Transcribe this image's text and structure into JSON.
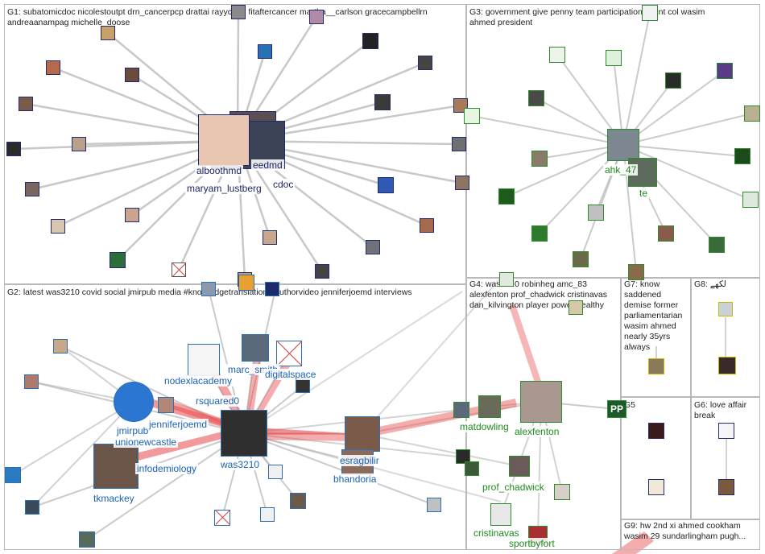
{
  "groups": {
    "g1": "G1: subatomicdoc nicolestoutpt drn_cancerpcp drattai rayychan fitaftercancer martha__carlson gracecampbellrn andreaanampag michelle_doose",
    "g2": "G2: latest was3210 covid social jmirpub media #knowledgetranslation #authorvideo jenniferjoemd interviews",
    "g3": "G3: government give penny team participation event col wasim ahmed president",
    "g4": "G4: was3210 robinheg amc_83 alexfenton prof_chadwick cristinavas dan_kilvington player power healthy",
    "g5": "G5",
    "g6": "G6: love affair break",
    "g7": "G7: know saddened demise former parliamentarian wasim ahmed nearly 35yrs always",
    "g8": "G8: لکھے",
    "g9": "G9: hw 2nd xi ahmed cookham wasim 29 sundarlingham pugh..."
  },
  "labels": {
    "alboothmd": "alboothmd",
    "eedmd": "eedmd",
    "cdoc": "cdoc",
    "maryam_lustberg": "maryam_lustberg",
    "ahk_47": "ahk_47",
    "te": "te",
    "nodexlacademy": "nodexlacademy",
    "marc_smith": "marc_smith",
    "digitalspace": "digitalspace",
    "rsquared0": "rsquared0",
    "jmirpub": "jmirpub",
    "jenniferjoemd": "jenniferjoemd",
    "unionewcastle": "unionewcastle",
    "infodemiology": "infodemiology",
    "was3210": "was3210",
    "tkmackey": "tkmackey",
    "esragbilir": "esragbilir",
    "bhandoria": "bhandoria",
    "matdowling": "matdowling",
    "alexfenton": "alexfenton",
    "prof_chadwick": "prof_chadwick",
    "cristinavas": "cristinavas",
    "sportbyfort": "sportbyfort",
    "pp_logo": "PP"
  },
  "colors": {
    "blue_label": "#1a63b8",
    "green_label": "#1d8c1d",
    "navy_label": "#1d2466",
    "edge_gray": "#b5b5b5",
    "edge_red": "#e8464a",
    "box_border": "#b9b9b9"
  }
}
